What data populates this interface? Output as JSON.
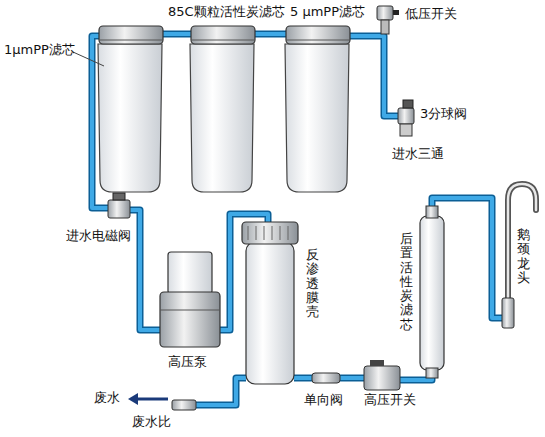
{
  "diagram": {
    "labels": [
      "85C颗粒活性炭滤芯",
      "5 μmPP滤芯",
      "低压开关",
      "1μmPP滤芯",
      "3分球阀",
      "进水三通",
      "进水电磁阀",
      "鹅颈龙头",
      "反渗透膜壳",
      "后置活性炭滤芯",
      "高压泵",
      "废水",
      "单向阀",
      "高压开关",
      "废水比"
    ]
  }
}
